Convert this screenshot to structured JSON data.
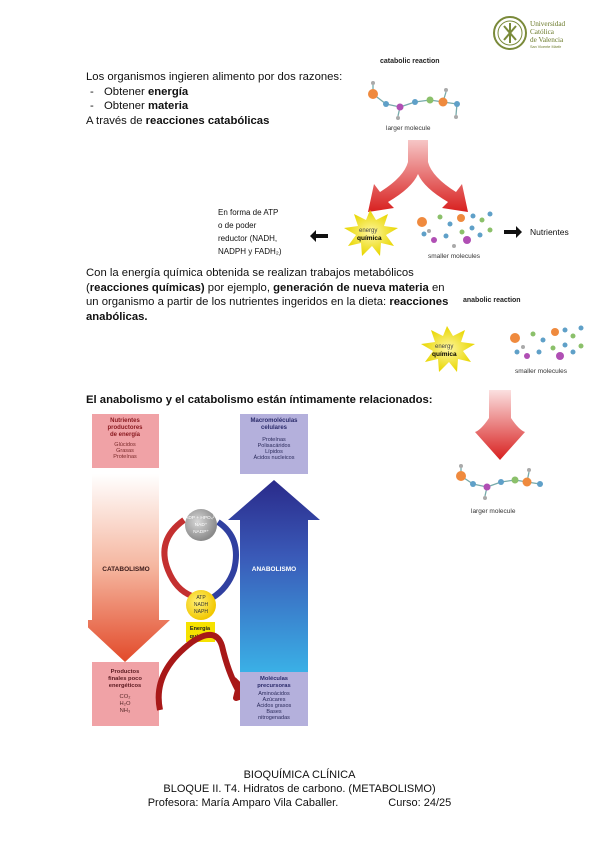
{
  "logo": {
    "line1": "Universidad",
    "line2": "Católica",
    "line3": "de Valencia",
    "line4": "San Vicente Mártir"
  },
  "intro": {
    "line1": "Los organismos ingieren alimento por dos razones:",
    "items": [
      {
        "prefix": "Obtener ",
        "bold": "energía"
      },
      {
        "prefix": "Obtener ",
        "bold": "materia"
      }
    ],
    "line4_prefix": "A través de ",
    "line4_bold": "reacciones catabólicas"
  },
  "catabolic_diagram": {
    "title": "catabolic reaction",
    "larger_label": "larger molecule",
    "smaller_label": "smaller molecules",
    "energy_line1": "energy",
    "energy_line2": "química",
    "nutrients_label": "Nutrientes",
    "forma_lines": [
      "En forma de ATP",
      "o de poder",
      "reductor (NADH,",
      "NADPH y FADH₂)"
    ]
  },
  "para2": {
    "t1": "Con la energía química obtenida se realizan trabajos metabólicos (",
    "b1": "reacciones químicas)",
    "t2": " por ejemplo, ",
    "b2": "generación de nueva materia",
    "t3": " en un organismo a partir de los nutrientes ingeridos en la dieta: ",
    "b3": "reacciones anabólicas."
  },
  "anabolic_diagram": {
    "title": "anabolic reaction",
    "energy_line1": "energy",
    "energy_line2": "química",
    "smaller_label": "smaller molecules",
    "larger_label": "larger molecule"
  },
  "heading": "El anabolismo y el catabolismo están íntimamente relacionados:",
  "metabolism_diagram": {
    "nutrientes_title": [
      "Nutrientes",
      "productores",
      "de energía"
    ],
    "nutrientes_items": [
      "Glúcidos",
      "Grasas",
      "Proteínas"
    ],
    "macro_title": [
      "Macromoléculas",
      "celulares"
    ],
    "macro_items": [
      "Proteínas",
      "Polisacáridos",
      "Lípidos",
      "Ácidos nucleicos"
    ],
    "catabolismo": "CATABOLISMO",
    "anabolismo": "ANABOLISMO",
    "gray_circle": [
      "ADP + HPO₄²⁻",
      "NAD⁺",
      "NADP⁺"
    ],
    "yellow_circle": [
      "ATP",
      "NADH",
      "NAPH"
    ],
    "energia_box": [
      "Energía",
      "química"
    ],
    "productos_title": [
      "Productos",
      "finales poco",
      "energéticos"
    ],
    "productos_items": [
      "CO₂",
      "H₂O",
      "NH₃"
    ],
    "moleculas_title": [
      "Moléculas",
      "precursoras"
    ],
    "moleculas_items": [
      "Aminoácidos",
      "Azúcares",
      "Ácidos grasos",
      "Bases",
      "nitrogenadas"
    ]
  },
  "footer": {
    "line1": "BIOQUÍMICA CLÍNICA",
    "line2": "BLOQUE II. T4. Hidratos de carbono. (METABOLISMO)",
    "line3a": "Profesora: María Amparo Vila Caballer.",
    "line3b": "Curso: 24/25"
  }
}
